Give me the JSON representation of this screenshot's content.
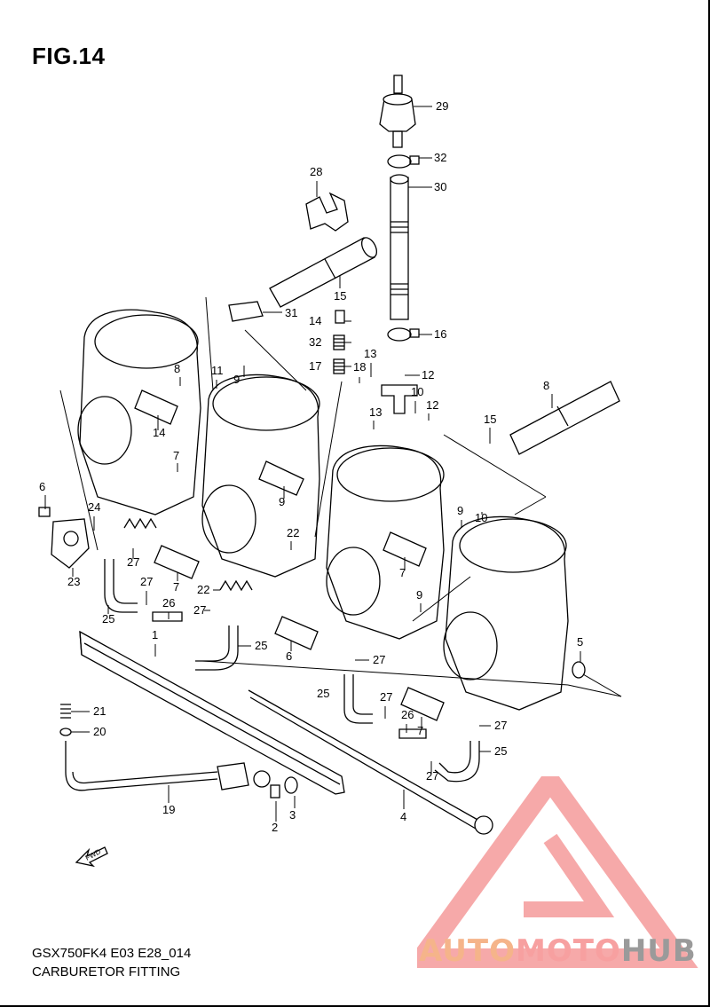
{
  "figure": {
    "title": "FIG.14"
  },
  "footer": {
    "model_code": "GSX750FK4 E03 E28_014",
    "caption": "CARBURETOR FITTING"
  },
  "fwd_arrow": {
    "label": "FWD"
  },
  "callouts": [
    "29",
    "32",
    "30",
    "28",
    "15",
    "31",
    "14",
    "16",
    "32",
    "17",
    "18",
    "13",
    "12",
    "11",
    "9",
    "10",
    "12",
    "13",
    "8",
    "15",
    "14",
    "7",
    "9",
    "6",
    "24",
    "27",
    "22",
    "8",
    "9",
    "10",
    "23",
    "7",
    "22",
    "7",
    "27",
    "27",
    "26",
    "25",
    "1",
    "9",
    "25",
    "6",
    "27",
    "21",
    "20",
    "25",
    "27",
    "26",
    "7",
    "27",
    "25",
    "5",
    "27",
    "19",
    "2",
    "3",
    "4"
  ],
  "watermark": {
    "part1": "AUTO",
    "part2": "MOTO",
    "part3": "HUB",
    "colors": [
      "#f5b48a",
      "#f7a0a0",
      "#9a9a9a"
    ]
  }
}
